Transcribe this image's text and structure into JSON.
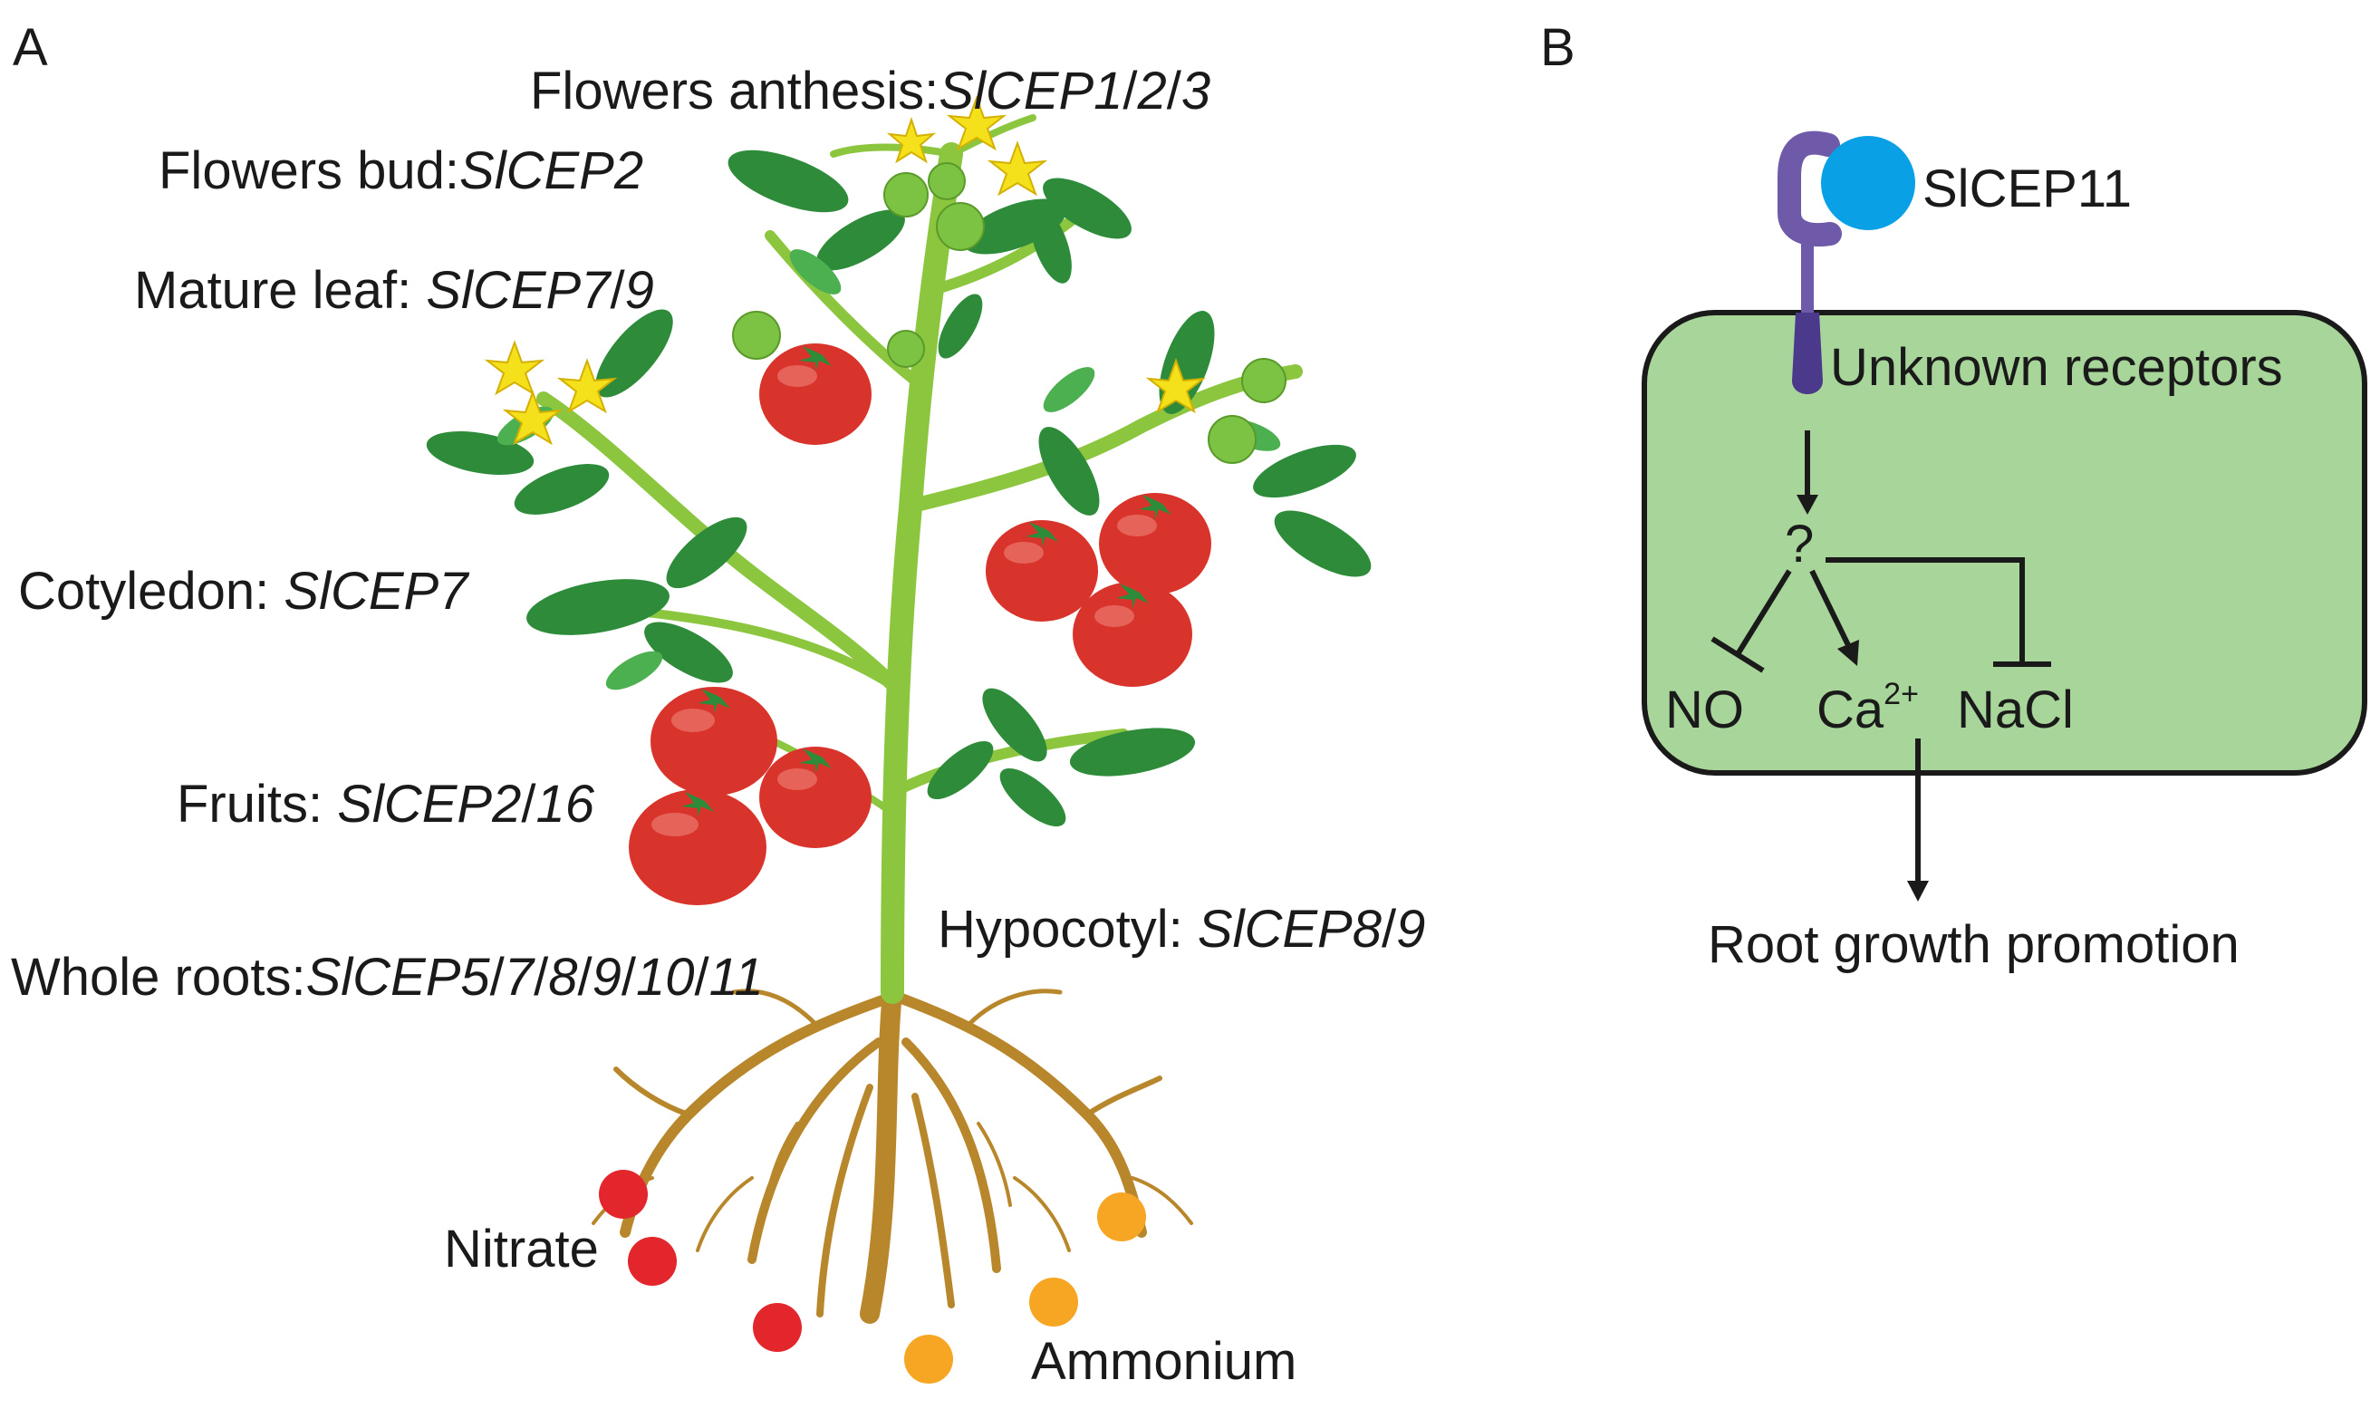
{
  "panel_a": {
    "letter": "A",
    "labels": {
      "flowers_anthesis": {
        "prefix": "Flowers anthesis:",
        "gene_italic_1": "SlCEP1",
        "slash1": "/",
        "gene_italic_2": "2",
        "slash2": "/",
        "gene_italic_3": "3"
      },
      "flowers_bud": {
        "prefix": "Flowers bud:",
        "gene_italic": "SlCEP2"
      },
      "mature_leaf": {
        "prefix": "Mature leaf: ",
        "gene_italic_1": "SlCEP7",
        "slash": "/",
        "gene_italic_2": "9"
      },
      "cotyledon": {
        "prefix": "Cotyledon: ",
        "gene_italic": "SlCEP7"
      },
      "fruits": {
        "prefix": "Fruits: ",
        "gene_italic_1": "SlCEP2",
        "slash": "/",
        "gene_italic_2": "16"
      },
      "hypocotyl": {
        "prefix": "Hypocotyl: ",
        "gene_italic_1": "SlCEP8",
        "slash": "/",
        "gene_italic_2": "9"
      },
      "whole_roots": {
        "prefix": "Whole roots:",
        "g1": "SlCEP5",
        "s1": "/",
        "g2": "7",
        "s2": "/",
        "g3": "8",
        "s3": "/",
        "g4": "9",
        "s4": "/",
        "g5": "10",
        "s5": "/",
        "g6": "11"
      },
      "nitrate": "Nitrate",
      "ammonium": "Ammonium"
    },
    "colors": {
      "stem": "#8cc63f",
      "leaf": "#2e8b3a",
      "leaf_light": "#4caf50",
      "fruit": "#d9342b",
      "fruit_green": "#7cc243",
      "flower": "#f5e11b",
      "root": "#b8862b",
      "nitrate": "#e3262b",
      "ammonium": "#f6a623"
    }
  },
  "panel_b": {
    "letter": "B",
    "peptide_label": "SlCEP11",
    "receptor_label": "Unknown receptors",
    "unknown_node": "?",
    "targets": {
      "no": "NO",
      "ca": "Ca",
      "ca_sup": "2+",
      "nacl": "NaCl"
    },
    "outcome": "Root growth promotion",
    "colors": {
      "cell_fill": "#a8d59a",
      "cell_border": "#1a1a1a",
      "receptor": "#6e5aa8",
      "receptor_dark": "#4b3a8c",
      "peptide": "#0aa0e6"
    }
  }
}
